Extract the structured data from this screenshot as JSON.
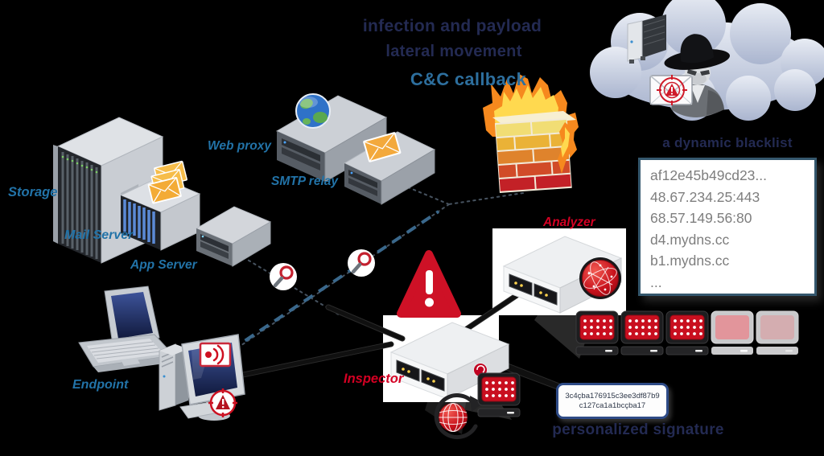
{
  "threat": {
    "line1": "infection and payload",
    "line2": "lateral movement",
    "line3": "C&C callback"
  },
  "devices": {
    "storage": {
      "label": "Storage"
    },
    "mail_server": {
      "label": "Mail Server"
    },
    "app_server": {
      "label": "App Server"
    },
    "web_proxy": {
      "label": "Web proxy"
    },
    "smtp_relay": {
      "label": "SMTP relay"
    },
    "endpoint": {
      "label": "Endpoint"
    },
    "analyzer": {
      "label": "Analyzer"
    },
    "inspector": {
      "label": "Inspector"
    }
  },
  "blacklist": {
    "title": "a dynamic blacklist",
    "entries": [
      "af12e45b49cd23...",
      "48.67.234.25:443",
      "68.57.149.56:80",
      "d4.mydns.cc",
      "b1.mydns.cc",
      "..."
    ]
  },
  "signature": {
    "hash_line1": "3c4çba176915c3ee3df87b9",
    "hash_line2": "c127ca1a1bcçba17",
    "label": "personalized signature"
  },
  "colors": {
    "background": "#000000",
    "heading_navy": "#232a52",
    "heading_steel": "#2d6f9e",
    "device_label_blue": "#2273a8",
    "device_label_red": "#d40023",
    "dashed_line_blue": "#3a688c",
    "blacklist_text": "#7e7e7e",
    "card_red": "#c90f1f",
    "warning_red": "#ce1126"
  },
  "icons": {
    "cloud-icon": "attacker cloud",
    "attacker-icon": "spy with black hat",
    "compromised-host-icon": "server tower in cloud",
    "targeted-mail-icon": "envelope with red crosshair",
    "firewall-icon": "brick wall on fire",
    "globe-icon": "web globe",
    "mail-icon": "yellow envelope",
    "magnifier-icon": "magnifying glass tap",
    "warning-icon": "red alert triangle",
    "network-sphere-icon": "red network ball",
    "update-sphere-icon": "red globe with circular arrow",
    "signature-card-icon": "red keypad signature card",
    "signal-icon": "beacon badge",
    "target-icon": "crosshair warning badge"
  }
}
